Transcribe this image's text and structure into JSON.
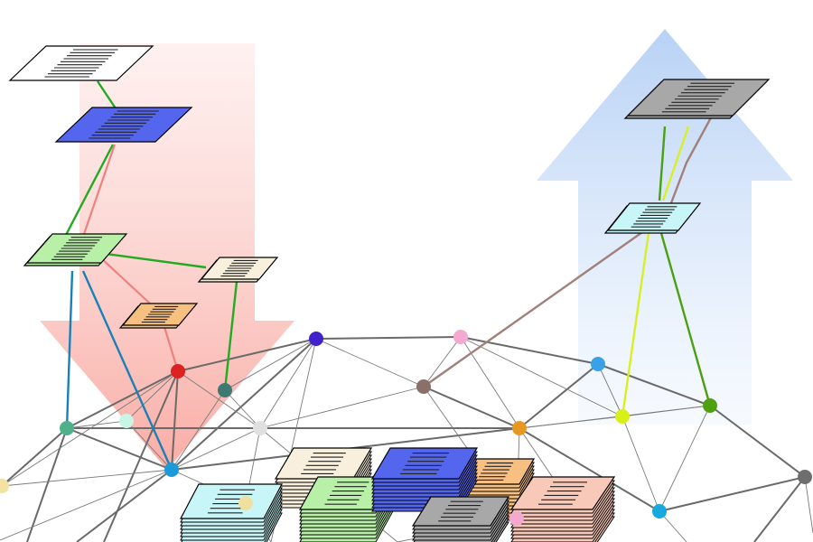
{
  "diagram": {
    "arrows": [
      {
        "name": "down-arrow",
        "direction": "down",
        "color": "#f9b0a8"
      },
      {
        "name": "up-arrow",
        "direction": "up",
        "color": "#bcd6f7"
      }
    ],
    "nodes": [
      {
        "id": "n0",
        "color": "#f3e2a0"
      },
      {
        "id": "n1",
        "color": "#4fb08a"
      },
      {
        "id": "n2",
        "color": "#c8f5e5"
      },
      {
        "id": "n3",
        "color": "#1a9ad8"
      },
      {
        "id": "n4",
        "color": "#dd2222"
      },
      {
        "id": "n5",
        "color": "#3f7a72"
      },
      {
        "id": "n6",
        "color": "#e0e0e0"
      },
      {
        "id": "n7",
        "color": "#3f22cc"
      },
      {
        "id": "n8",
        "color": "#8a7068"
      },
      {
        "id": "n9",
        "color": "#f5a8d0"
      },
      {
        "id": "n10",
        "color": "#e89722"
      },
      {
        "id": "n11",
        "color": "#3aa0e8"
      },
      {
        "id": "n12",
        "color": "#d8f01a"
      },
      {
        "id": "n13",
        "color": "#4fa010"
      },
      {
        "id": "n14",
        "color": "#18a8e0"
      },
      {
        "id": "n15",
        "color": "#6e6e6e"
      },
      {
        "id": "n16",
        "color": "#f0e0a0"
      },
      {
        "id": "n17",
        "color": "#f5a8d0"
      }
    ],
    "documents": [
      {
        "id": "doc-white",
        "color": "#ffffff",
        "stacked": false
      },
      {
        "id": "doc-blue",
        "color": "#5566ee",
        "stacked": false
      },
      {
        "id": "doc-green",
        "color": "#b8f0a8",
        "stacked": true
      },
      {
        "id": "doc-cream",
        "color": "#f8f0dc",
        "stacked": true
      },
      {
        "id": "doc-orange",
        "color": "#f8c080",
        "stacked": true
      },
      {
        "id": "doc-gray",
        "color": "#a8a8a8",
        "stacked": true
      },
      {
        "id": "doc-lightcyan",
        "color": "#c8f6f8",
        "stacked": true
      }
    ],
    "piles": [
      {
        "id": "pile-cyan",
        "color": "#c8f6f8"
      },
      {
        "id": "pile-cream",
        "color": "#f8f0dc"
      },
      {
        "id": "pile-green",
        "color": "#b8f0a8"
      },
      {
        "id": "pile-blue",
        "color": "#5566ee"
      },
      {
        "id": "pile-orange",
        "color": "#f8c080"
      },
      {
        "id": "pile-gray",
        "color": "#a8a8a8"
      },
      {
        "id": "pile-salmon",
        "color": "#f8c8b8"
      }
    ],
    "link_colors": {
      "green": "#22aa22",
      "red": "#f08080",
      "blue": "#1a80b8",
      "brown": "#a08078",
      "yellow": "#d8f020",
      "darkgreen": "#4aa010"
    }
  }
}
